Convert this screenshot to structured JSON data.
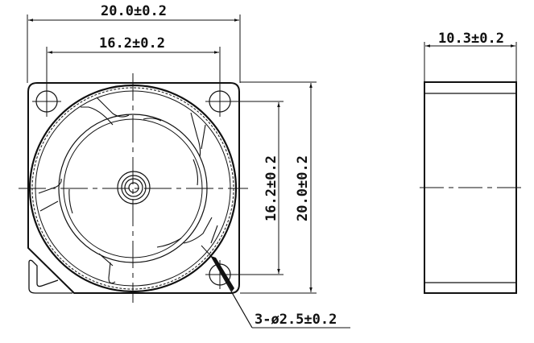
{
  "drawing": {
    "type": "fan-mechanical-drawing",
    "front_view": {
      "width_dim": "20.0±0.2",
      "hole_spacing_horizontal_dim": "16.2±0.2",
      "hole_spacing_vertical_dim": "16.2±0.2",
      "height_dim": "20.0±0.2",
      "hole_callout": "3-ø2.5±0.2"
    },
    "side_view": {
      "thickness_dim": "10.3±0.2"
    }
  }
}
